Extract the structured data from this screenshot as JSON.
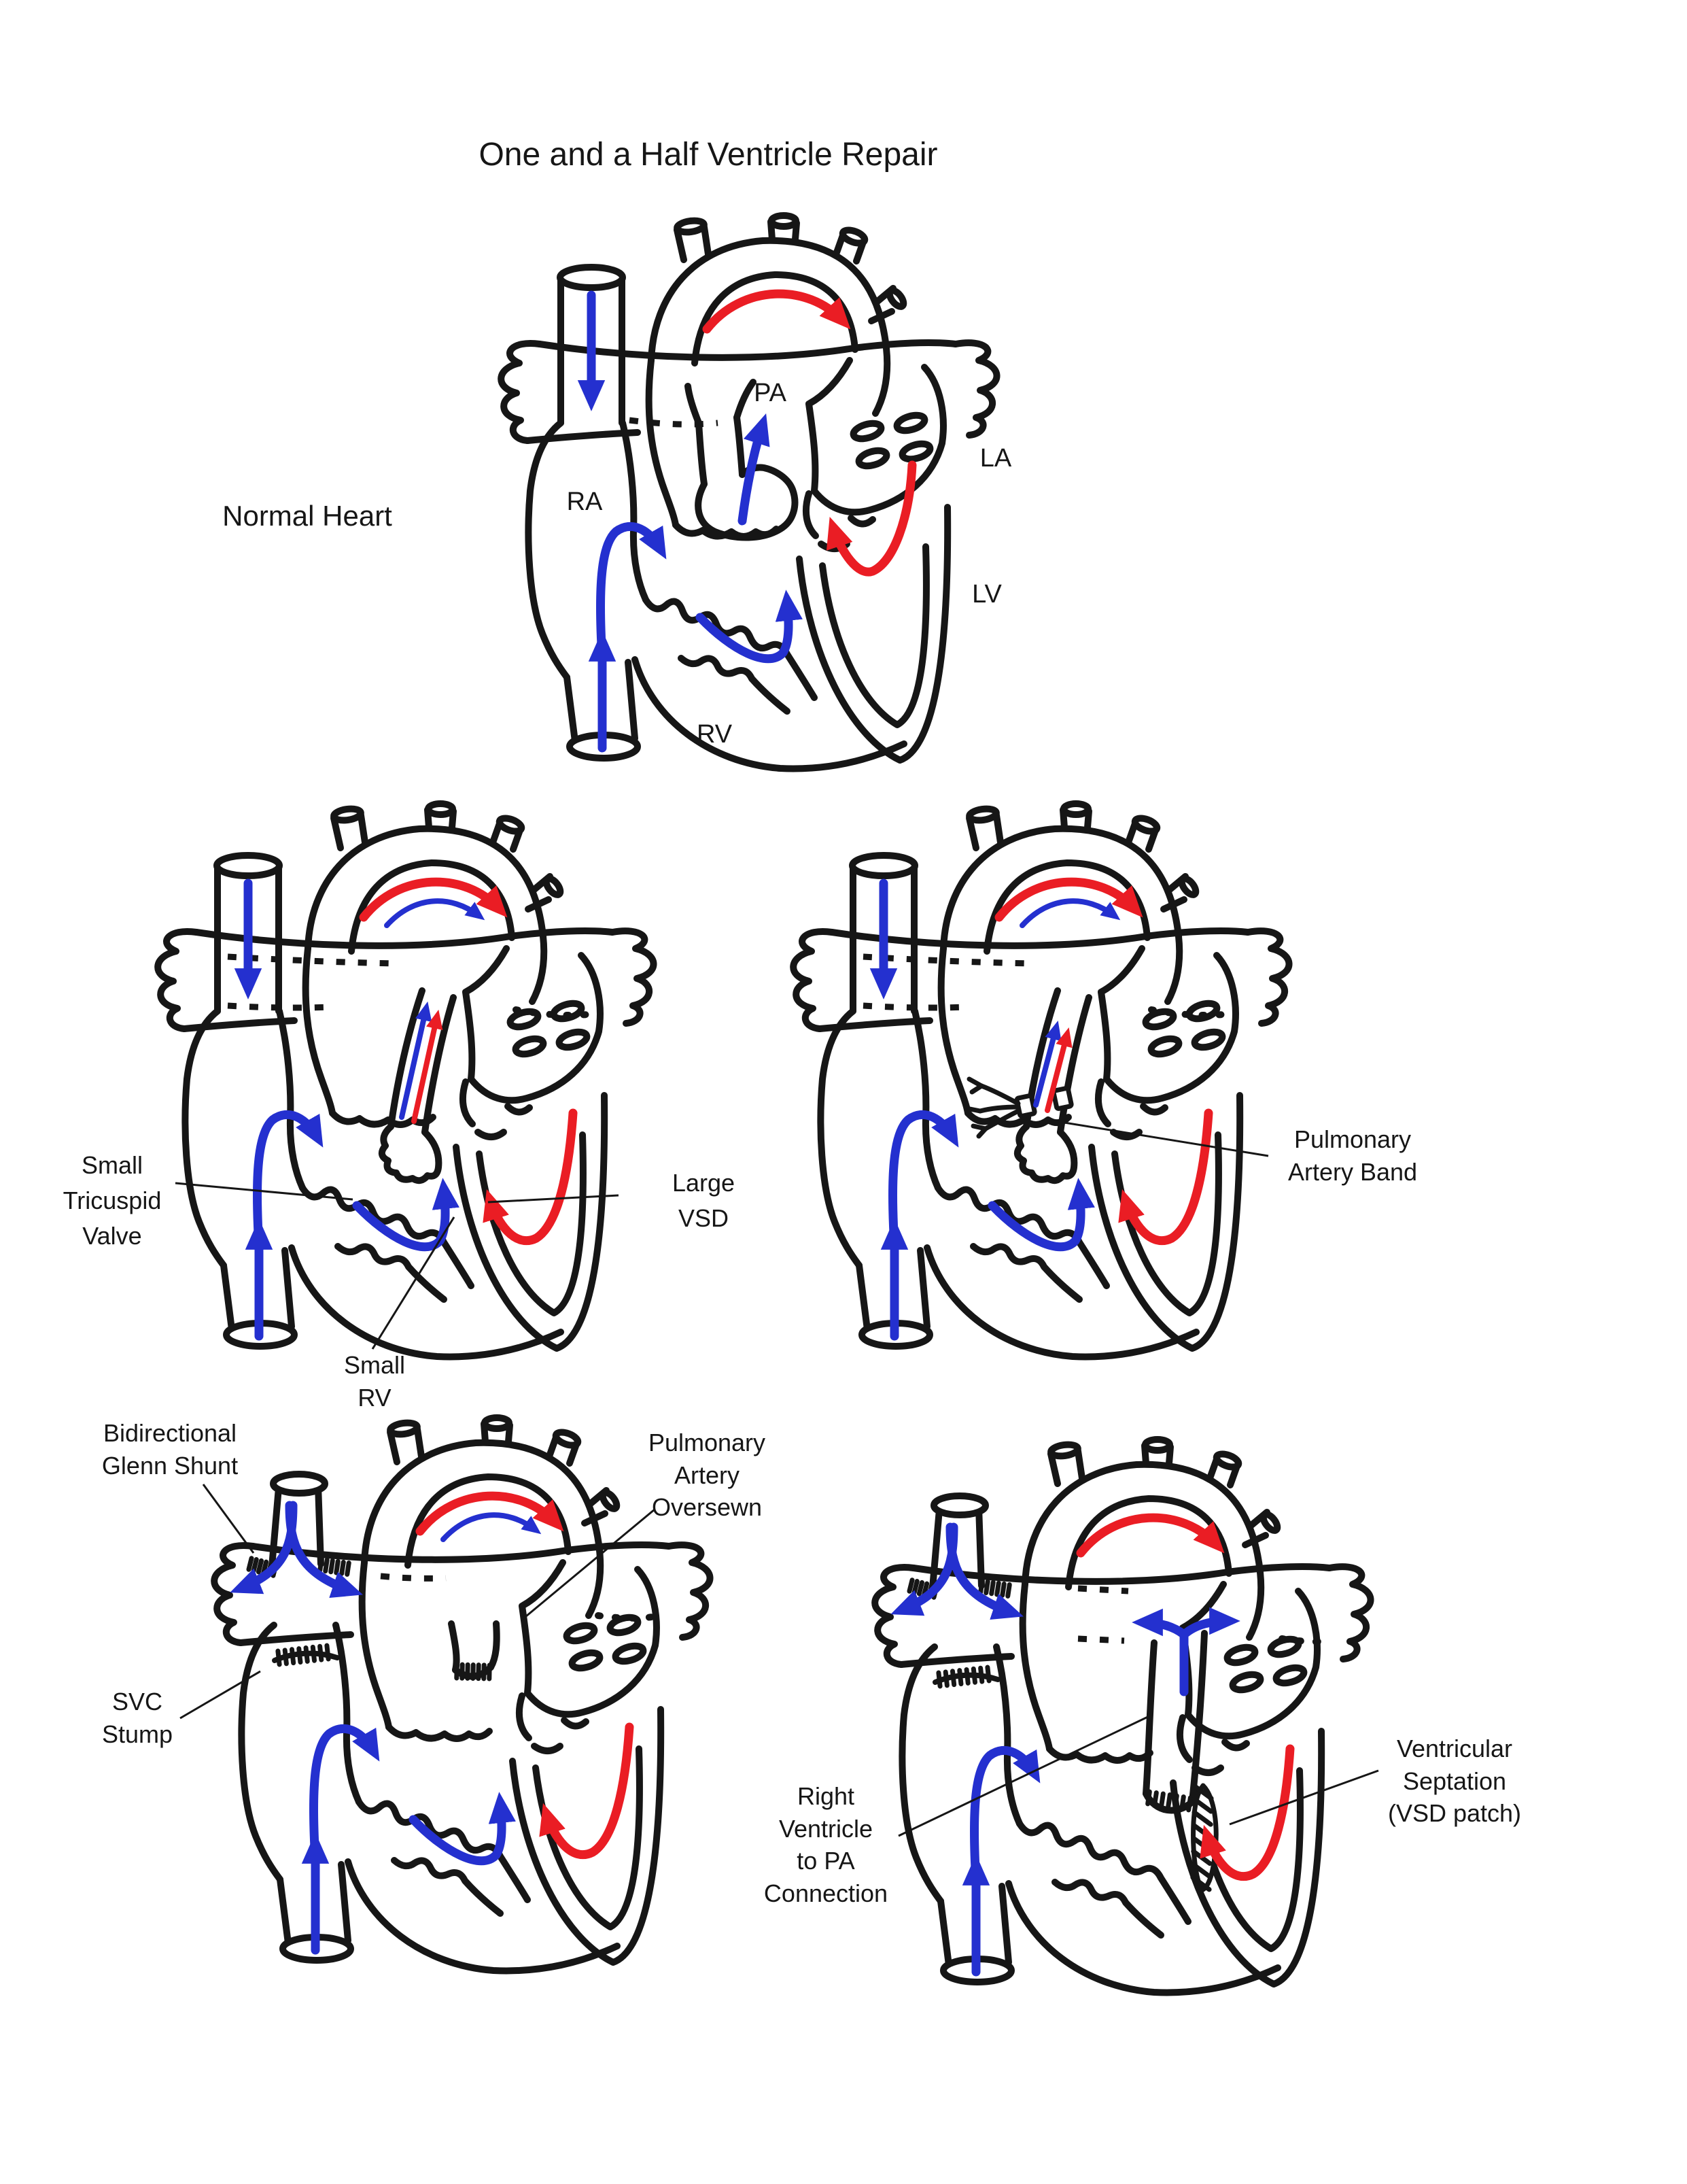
{
  "title": "One and a Half Ventricle Repair",
  "colors": {
    "ink": "#161616",
    "blue": "#2430cf",
    "red": "#ea1d24"
  },
  "panels": {
    "normal": {
      "caption": "Normal Heart",
      "labels": {
        "pa": "PA",
        "ra": "RA",
        "la": "LA",
        "lv": "LV",
        "rv": "RV"
      }
    },
    "disease": {
      "annotations": {
        "tricuspid": "Small\nTricuspid\nValve",
        "vsd": "Large\nVSD",
        "small_rv": "Small\nRV"
      }
    },
    "band": {
      "annotations": {
        "band": "Pulmonary\nArtery Band"
      }
    },
    "glenn": {
      "annotations": {
        "glenn": "Bidirectional\nGlenn Shunt",
        "svc_stump": "SVC\nStump",
        "pa_oversewn": "Pulmonary\nArtery\nOversewn"
      }
    },
    "repair": {
      "annotations": {
        "rv_pa": "Right\nVentricle\nto PA\nConnection",
        "vsd_patch": "Ventricular\nSeptation\n(VSD patch)"
      }
    }
  }
}
